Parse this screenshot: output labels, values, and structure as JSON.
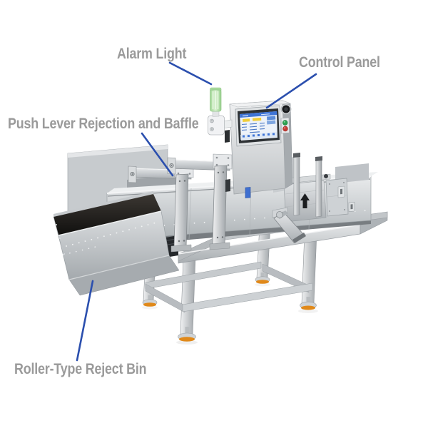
{
  "figure": {
    "type": "annotated-product-diagram",
    "subject": "checkweigher-machine"
  },
  "callouts": [
    {
      "id": "alarm-light",
      "label": "Alarm Light"
    },
    {
      "id": "control-panel",
      "label": "Control Panel"
    },
    {
      "id": "push-lever-rejection-and-baffle",
      "label": "Push Lever Rejection and Baffle"
    },
    {
      "id": "roller-type-reject-bin",
      "label": "Roller-Type Reject Bin"
    }
  ],
  "colors": {
    "label_gray": "#9a9a9a",
    "callout_line_blue": "#2b4fae",
    "alarm_light_green": "#b8e4a8",
    "screen_header_blue": "#3e74d6",
    "screen_cell_yellow": "#f0cd39",
    "button_green": "#2ba14f",
    "button_red": "#c53a34",
    "foot_pad_orange": "#e0891a",
    "steel_light": "#eef0f1",
    "steel_mid": "#c3c7ca",
    "steel_dark": "#8d9296"
  },
  "machine": {
    "parts": [
      "alarm-tower-light",
      "control-panel-touchscreen",
      "emergency-stop-button",
      "start-stop-buttons",
      "baffle-gantries",
      "push-lever",
      "conveyor-deck",
      "infeed-guide-rods",
      "roller-type-reject-bin",
      "support-frame",
      "leveling-feet"
    ]
  }
}
